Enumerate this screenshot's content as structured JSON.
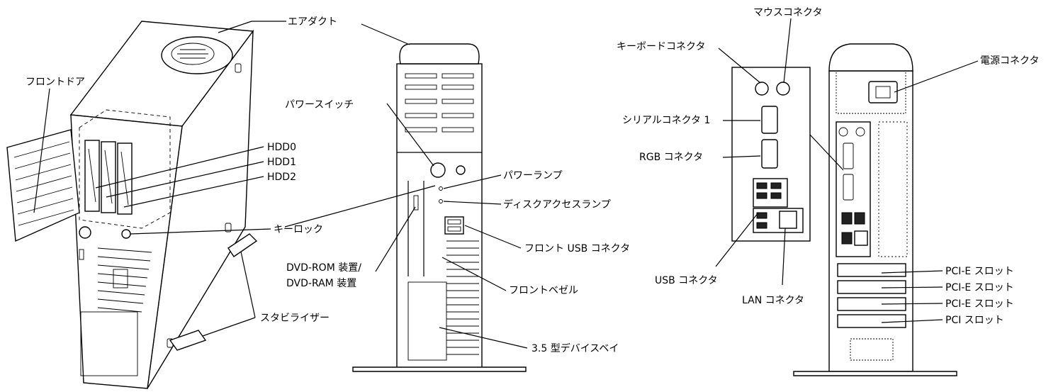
{
  "labels": {
    "air_duct": "エアダクト",
    "front_door": "フロントドア",
    "hdd0": "HDD0",
    "hdd1": "HDD1",
    "hdd2": "HDD2",
    "key_lock": "キーロック",
    "stabilizer": "スタビライザー",
    "power_switch": "パワースイッチ",
    "power_lamp": "パワーランプ",
    "disk_access_lamp": "ディスクアクセスランプ",
    "front_usb": "フロント USB コネクタ",
    "dvd_rom": "DVD-ROM 装置/",
    "dvd_ram": "DVD-RAM 装置",
    "front_bezel": "フロントベゼル",
    "bay_35": "3.5 型デバイスベイ",
    "mouse_connector": "マウスコネクタ",
    "keyboard_connector": "キーボードコネクタ",
    "serial_connector": "シリアルコネクタ 1",
    "rgb_connector": "RGB コネクタ",
    "usb_connector": "USB コネクタ",
    "lan_connector": "LAN コネクタ",
    "power_connector": "電源コネクタ",
    "pcie_slot_1": "PCI-E スロット",
    "pcie_slot_2": "PCI-E スロット",
    "pcie_slot_3": "PCI-E スロット",
    "pci_slot": "PCI スロット"
  }
}
